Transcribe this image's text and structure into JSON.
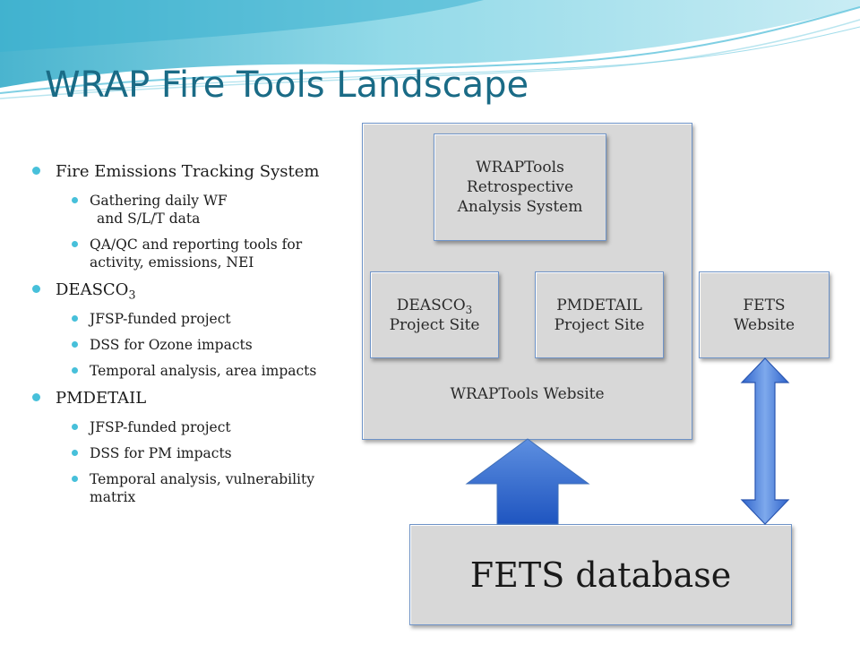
{
  "title": "WRAP Fire Tools Landscape",
  "bullets": [
    {
      "text": "Fire Emissions Tracking System",
      "sub": [
        {
          "line1": "Gathering daily WF",
          "line2": "and S/L/T data"
        },
        {
          "text": "QA/QC and reporting tools for activity, emissions, NEI"
        }
      ]
    },
    {
      "text": "DEASCO",
      "text_sub": "3",
      "sub": [
        {
          "text": "JFSP-funded project"
        },
        {
          "text": "DSS for Ozone impacts"
        },
        {
          "text": "Temporal analysis, area impacts"
        }
      ]
    },
    {
      "text": "PMDETAIL",
      "sub": [
        {
          "text": "JFSP-funded project"
        },
        {
          "text": "DSS for PM impacts"
        },
        {
          "text": "Temporal analysis, vulnerability matrix"
        }
      ]
    }
  ],
  "diagram": {
    "retro": {
      "line1": "WRAPTools",
      "line2": "Retrospective",
      "line3": "Analysis System"
    },
    "deasco": {
      "line1": "DEASCO",
      "line1_sub": "3",
      "line2": "Project Site"
    },
    "pmdetail": {
      "line1": "PMDETAIL",
      "line2": "Project Site"
    },
    "fets_site": {
      "line1": "FETS",
      "line2": "Website"
    },
    "wraptools_website": "WRAPTools Website",
    "fets_db": "FETS database"
  },
  "colors": {
    "title": "#1a6b86",
    "bullet": "#47c0da",
    "box_fill": "#d8d8d8",
    "box_border": "#6e93c7",
    "arrow": "#2a63c9"
  }
}
